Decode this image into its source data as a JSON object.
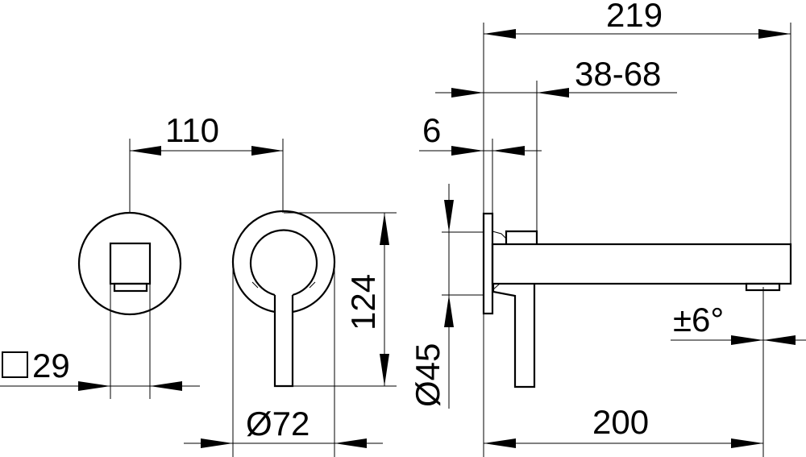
{
  "drawing": {
    "dimensions": {
      "spacing": "110",
      "square": "29",
      "square_symbol": "□",
      "rosette_diameter": "Ø72",
      "height": "124",
      "escutcheon_diameter": "Ø45",
      "overall_length": "219",
      "wall_depth": "38-68",
      "plate_thickness": "6",
      "spout_projection": "200",
      "swivel_angle": "±6°"
    }
  }
}
